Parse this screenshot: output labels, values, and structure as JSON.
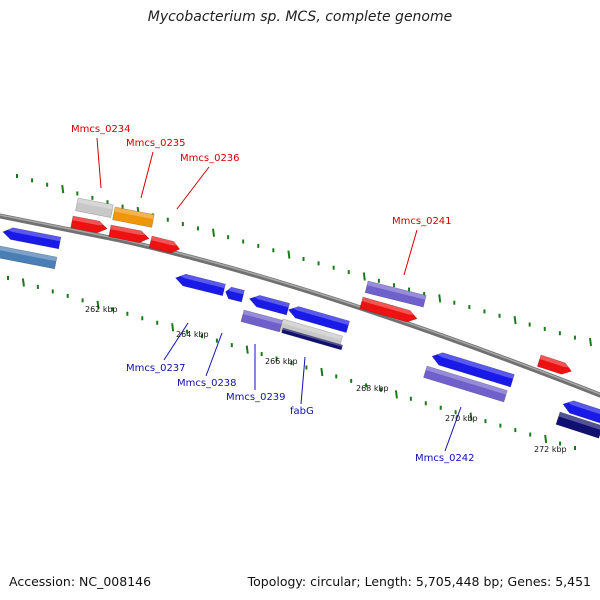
{
  "title": "Mycobacterium sp. MCS, complete genome",
  "footer": {
    "accession": "Accession: NC_008146",
    "topology": "Topology: circular; Length: 5,705,448 bp; Genes: 5,451"
  },
  "colors": {
    "backbone": "#808080",
    "tick": "#1a7a1a",
    "forward_label": "#d40000",
    "reverse_label": "#1010b0",
    "red_gene": "#ee1111",
    "blue_gene": "#1a1ae8",
    "purple_gene": "#7060cc",
    "steel_gene": "#4a7fb5",
    "navy_gene": "#101070",
    "orange_gene": "#f0960a",
    "gray_gene": "#c8c8c8"
  },
  "kbp_labels": [
    {
      "text": "262 kbp"
    },
    {
      "text": "264 kbp"
    },
    {
      "text": "266 kbp"
    },
    {
      "text": "268 kbp"
    },
    {
      "text": "270 kbp"
    },
    {
      "text": "272 kbp"
    }
  ],
  "gene_labels": [
    {
      "text": "Mmcs_0234",
      "strand": "forward"
    },
    {
      "text": "Mmcs_0235",
      "strand": "forward"
    },
    {
      "text": "Mmcs_0236",
      "strand": "forward"
    },
    {
      "text": "Mmcs_0241",
      "strand": "forward"
    },
    {
      "text": "Mmcs_0237",
      "strand": "reverse"
    },
    {
      "text": "Mmcs_0238",
      "strand": "reverse"
    },
    {
      "text": "Mmcs_0239",
      "strand": "reverse"
    },
    {
      "text": "fabG",
      "strand": "reverse"
    },
    {
      "text": "Mmcs_0242",
      "strand": "reverse"
    }
  ]
}
